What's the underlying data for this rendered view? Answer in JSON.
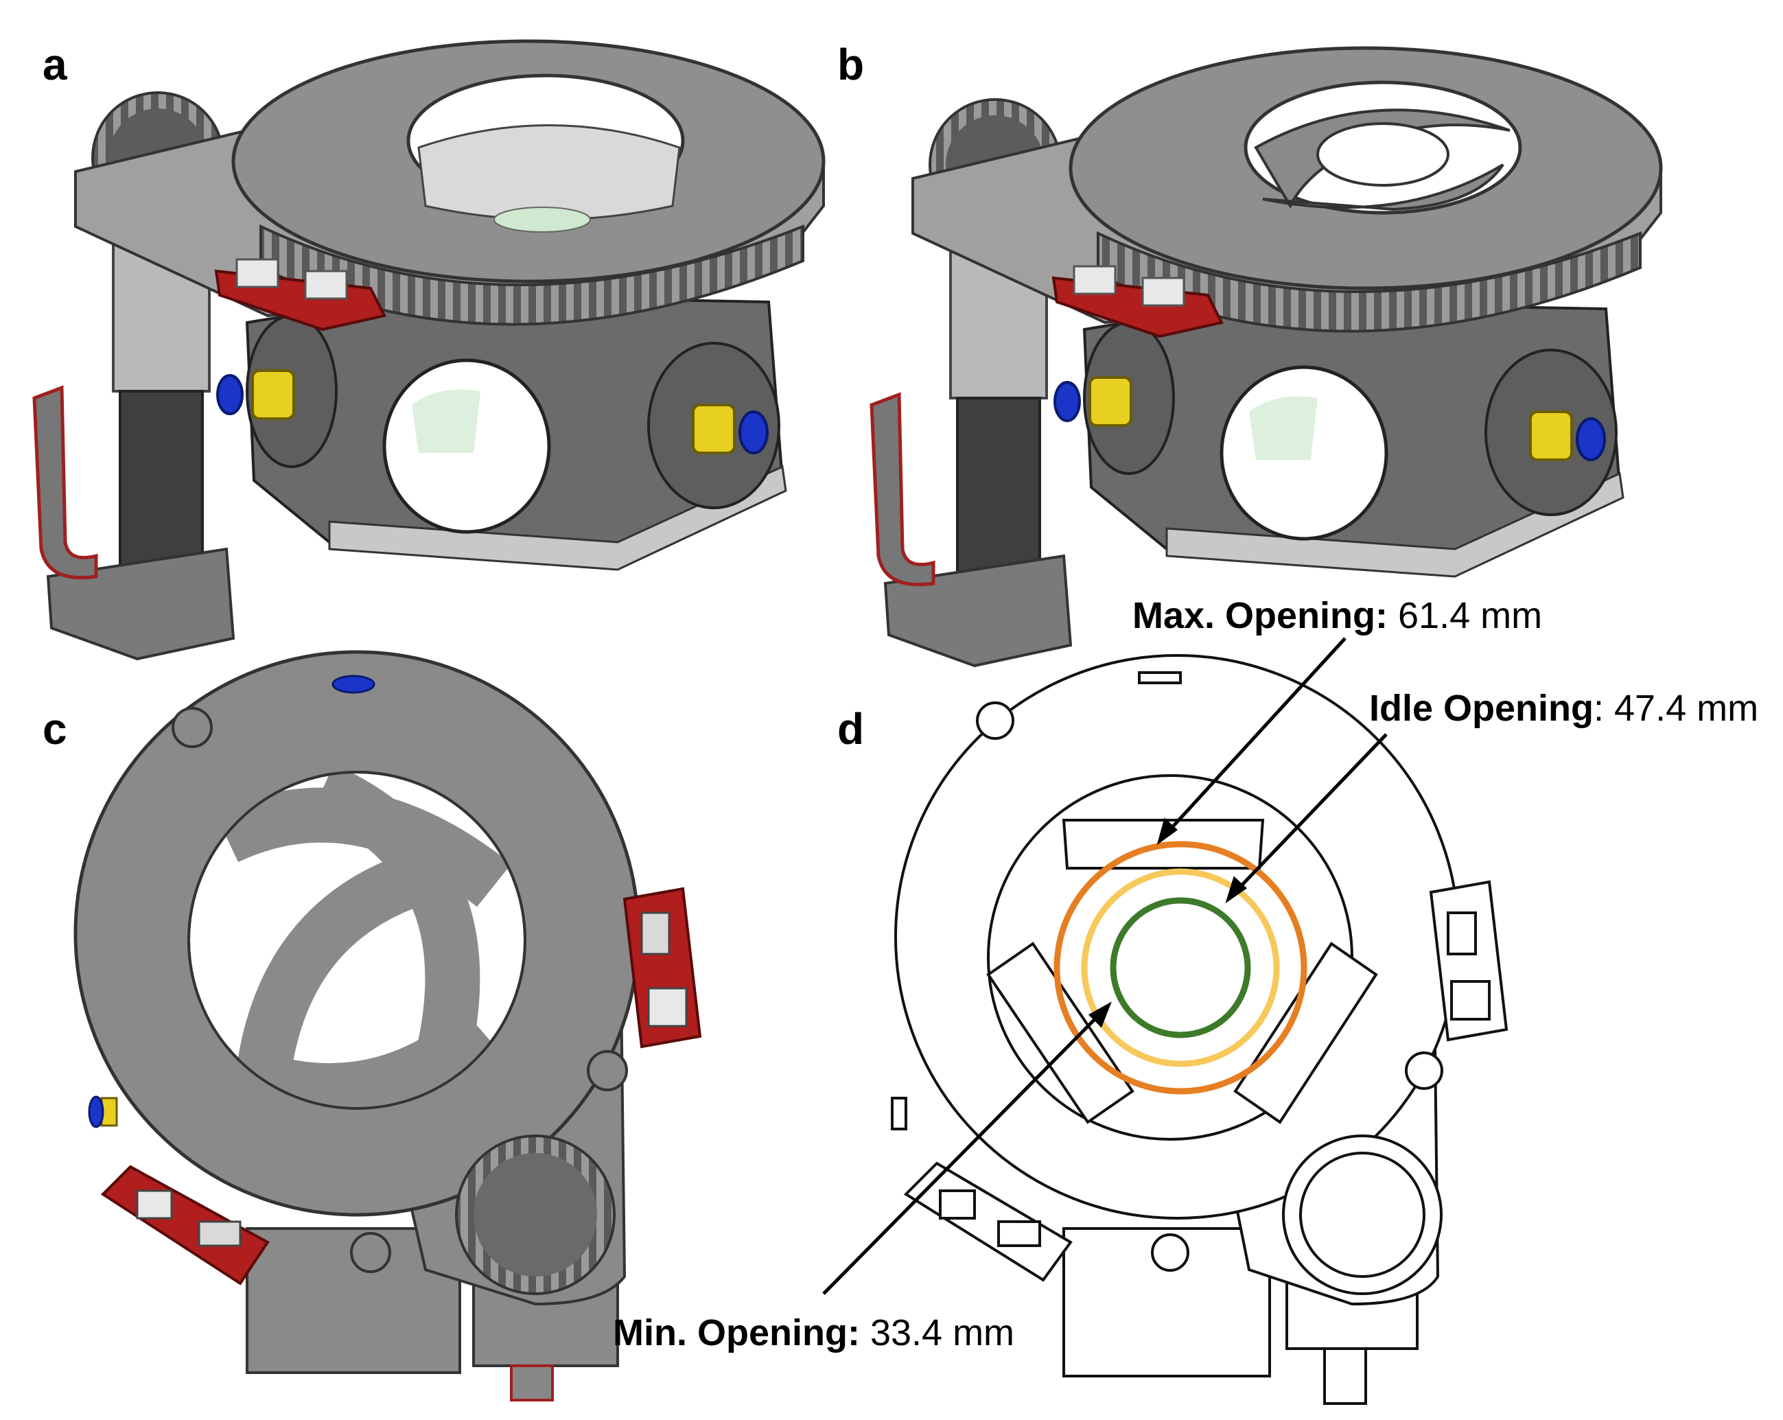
{
  "panels": {
    "a": "a",
    "b": "b",
    "c": "c",
    "d": "d"
  },
  "callouts": {
    "max": {
      "label": "Max. Opening:",
      "value": "61.4 mm"
    },
    "idle": {
      "label": "Idle Opening",
      "value": ": 47.4 mm"
    },
    "min": {
      "label": "Min. Opening:",
      "value": "33.4 mm"
    }
  },
  "colors": {
    "max_ring": "#e67e22",
    "idle_ring": "#f7c85a",
    "min_ring": "#3d7a2a",
    "frame_gray": "#8a8a8a",
    "dark_gray": "#5a5a5a",
    "pcb_red": "#b01e1e",
    "fitting_yellow": "#e8d020",
    "fitting_blue": "#1a35c8"
  }
}
